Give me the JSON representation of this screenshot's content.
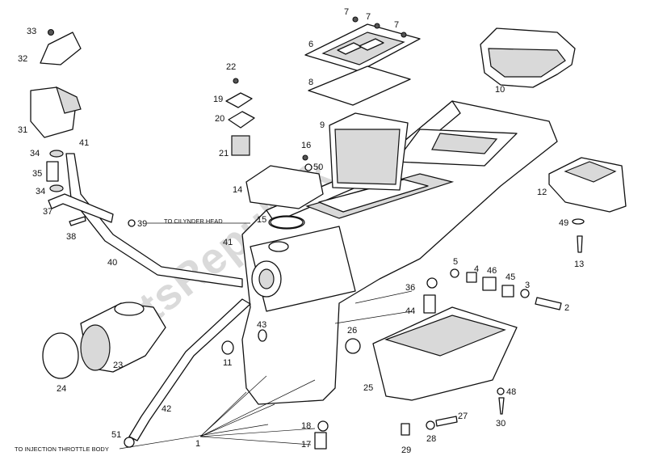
{
  "watermark": "PartsRepublik",
  "notes": {
    "cylinder_head": "TO CILYNDER HEAD",
    "injection_throttle_body": "TO INJECTION THROTTLE BODY"
  },
  "part_numbers": {
    "n1": "1",
    "n2": "2",
    "n3": "3",
    "n4": "4",
    "n5": "5",
    "n6": "6",
    "n7a": "7",
    "n7b": "7",
    "n7c": "7",
    "n8": "8",
    "n9": "9",
    "n10": "10",
    "n11": "11",
    "n12": "12",
    "n13": "13",
    "n14": "14",
    "n15": "15",
    "n16": "16",
    "n17": "17",
    "n18": "18",
    "n19": "19",
    "n20": "20",
    "n21": "21",
    "n22": "22",
    "n23": "23",
    "n24": "24",
    "n25": "25",
    "n26": "26",
    "n27": "27",
    "n28": "28",
    "n29": "29",
    "n30": "30",
    "n31": "31",
    "n32": "32",
    "n33": "33",
    "n34a": "34",
    "n34b": "34",
    "n35": "35",
    "n36": "36",
    "n37": "37",
    "n38": "38",
    "n39": "39",
    "n40": "40",
    "n41a": "41",
    "n41b": "41",
    "n42": "42",
    "n43": "43",
    "n44": "44",
    "n45": "45",
    "n46": "46",
    "n48": "48",
    "n49": "49",
    "n50": "50",
    "n51": "51"
  }
}
